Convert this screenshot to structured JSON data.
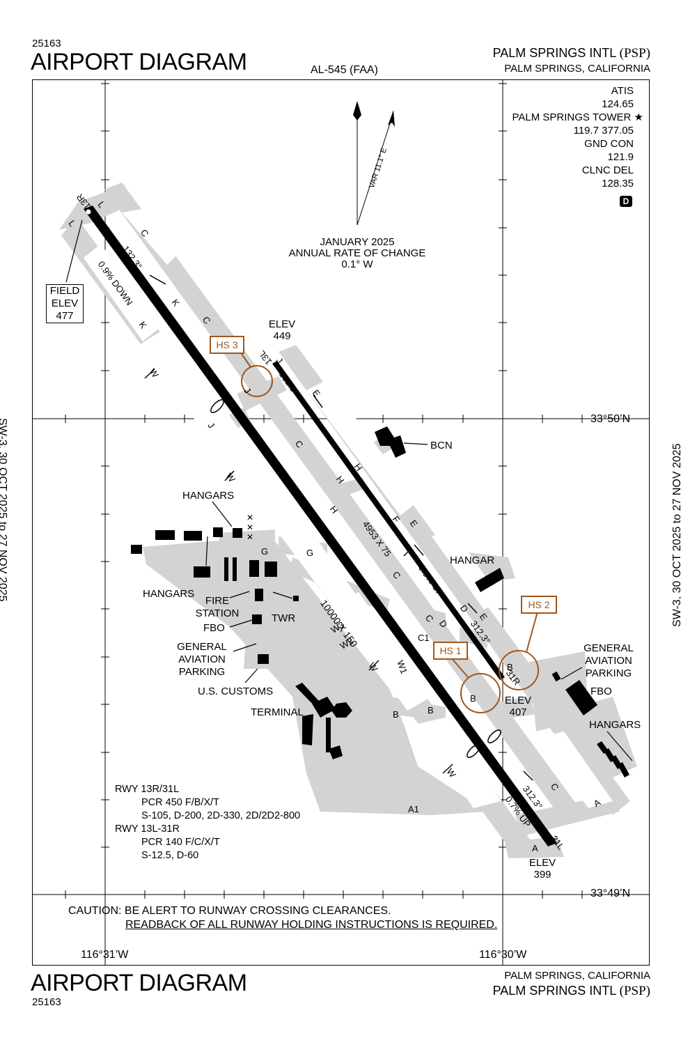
{
  "header": {
    "chart_id": "25163",
    "title": "AIRPORT DIAGRAM",
    "chart_code": "AL-545 (FAA)",
    "airport_name": "PALM SPRINGS INTL",
    "airport_code": "(PSP)",
    "city": "PALM SPRINGS, CALIFORNIA"
  },
  "footer": {
    "chart_id": "25163",
    "title": "AIRPORT DIAGRAM",
    "city": "PALM SPRINGS, CALIFORNIA",
    "airport_name": "PALM SPRINGS INTL",
    "airport_code": "(PSP)"
  },
  "side_dates": {
    "left": "SW-3, 30 OCT 2025 to 27 NOV 2025",
    "right": "SW-3, 30 OCT 2025 to 27 NOV 2025"
  },
  "frequencies": [
    "ATIS",
    "124.65",
    "PALM SPRINGS TOWER ★",
    "119.7  377.05",
    "GND CON",
    "121.9",
    "CLNC DEL",
    "128.35"
  ],
  "d_badge": "D",
  "magnetic": {
    "var": "VAR 11.1° E",
    "line1": "JANUARY 2025",
    "line2": "ANNUAL RATE OF CHANGE",
    "line3": "0.1° W"
  },
  "coords": {
    "lat_top": "33°50’N",
    "lat_bottom": "33°49’N",
    "lon_left": "116°31’W",
    "lon_right": "116°30’W"
  },
  "runways": {
    "r13r_31l": {
      "end_a": "13R",
      "end_b": "31L",
      "dims": "10000 X 150",
      "heading_a": "132.3°",
      "heading_b": "312.3°",
      "slope_a": "0.9% DOWN",
      "slope_b": "0.7% UP"
    },
    "r13l_31r": {
      "end_a": "13L",
      "end_b": "31R",
      "dims": "4953 X 75",
      "heading_a": "132.3°",
      "heading_b": "312.3°",
      "slope_b": "0.9% UP"
    }
  },
  "elevations": {
    "field": [
      "FIELD",
      "ELEV",
      "477"
    ],
    "e449": [
      "ELEV",
      "449"
    ],
    "e407": [
      "ELEV",
      "407"
    ],
    "e399": [
      "ELEV",
      "399"
    ]
  },
  "hotspots": [
    "HS 3",
    "HS 1",
    "HS 2"
  ],
  "taxiways": [
    "L",
    "C",
    "K",
    "K",
    "C",
    "W",
    "J",
    "J",
    "E",
    "C",
    "H",
    "W",
    "H",
    "G",
    "G",
    "H",
    "F",
    "E",
    "C",
    "C",
    "D",
    "D",
    "E",
    "C1",
    "W3",
    "W2",
    "W",
    "W1",
    "B",
    "B",
    "B",
    "B",
    "W",
    "C",
    "A",
    "A",
    "A1",
    "L",
    "J"
  ],
  "labels": {
    "bcn": "BCN",
    "hangars_top": "HANGARS",
    "hangars_left": "HANGARS",
    "hangar_right": "HANGAR",
    "fire": [
      "FIRE",
      "STATION"
    ],
    "fbo_left": "FBO",
    "twr": "TWR",
    "ga_left": [
      "GENERAL",
      "AVIATION",
      "PARKING"
    ],
    "customs": "U.S. CUSTOMS",
    "terminal": "TERMINAL",
    "ga_right": [
      "GENERAL",
      "AVIATION",
      "PARKING"
    ],
    "fbo_right": "FBO",
    "hangars_right": "HANGARS"
  },
  "runway_notes": [
    "RWY 13R/31L",
    "PCR 450 F/B/X/T",
    "S-105, D-200, 2D-330, 2D/2D2-800",
    "RWY 13L-31R",
    "PCR 140 F/C/X/T",
    "S-12.5, D-60"
  ],
  "caution": {
    "line1": "CAUTION: BE ALERT TO RUNWAY CROSSING CLEARANCES.",
    "line2": "READBACK OF ALL RUNWAY HOLDING INSTRUCTIONS IS REQUIRED."
  },
  "colors": {
    "hotspot": "#a0561c",
    "pavement": "#d3d3d3",
    "ink": "#000000"
  }
}
